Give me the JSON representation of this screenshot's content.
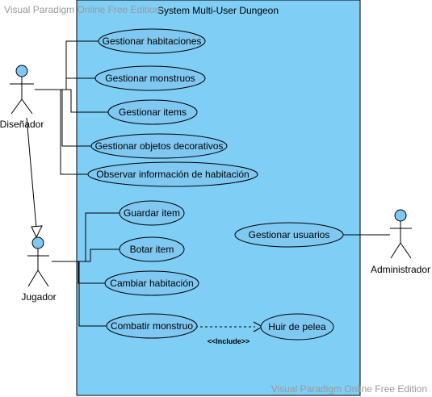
{
  "watermark_top": "Visual Paradigm Online Free Edition",
  "watermark_bottom": "Visual Paradigm Online Free Edition",
  "system": {
    "title": "System Multi-User Dungeon",
    "fill": "#7ecef5"
  },
  "actors": {
    "designer": "Diseñador",
    "player": "Jugador",
    "admin": "Administrador"
  },
  "use_cases": {
    "manage_rooms": "Gestionar habitaciones",
    "manage_monsters": "Gestionar monstruos",
    "manage_items": "Gestionar items",
    "manage_decorative": "Gestionar objetos decorativos",
    "observe_room_info": "Observar información de habitación",
    "save_item": "Guardar item",
    "drop_item": "Botar item",
    "change_room": "Cambiar habitación",
    "fight_monster": "Combatir monstruo",
    "flee_fight": "Huir de pelea",
    "manage_users": "Gestionar usuarios"
  },
  "include_label": "<<Include>>",
  "colors": {
    "usecase_fill": "#7ec8f2",
    "actor_head": "#7ec8f2",
    "stroke": "#000000"
  }
}
